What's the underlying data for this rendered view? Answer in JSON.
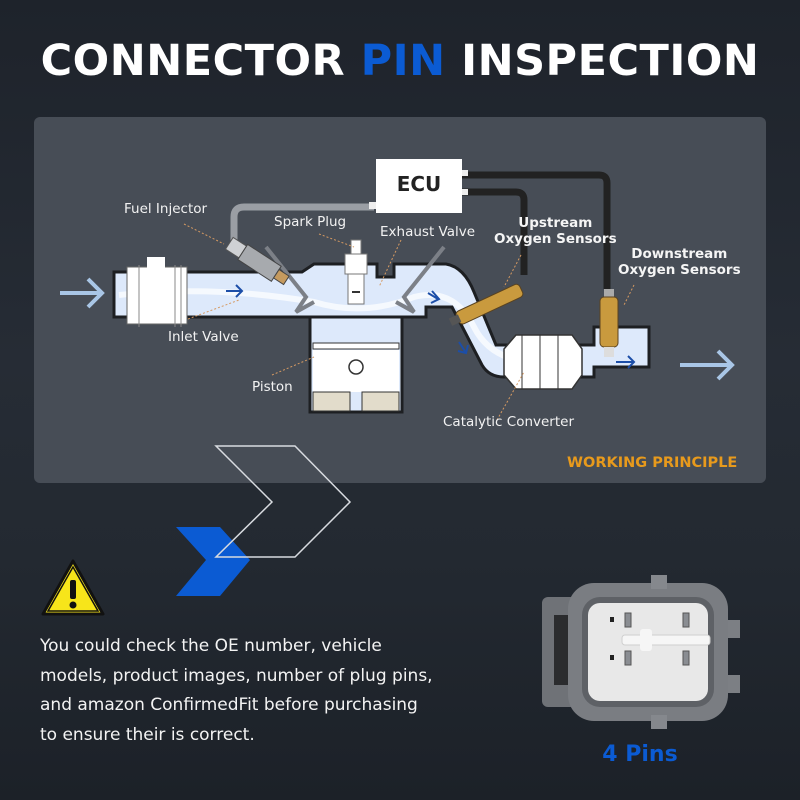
{
  "title": {
    "part1": "CONNECTOR ",
    "accent": "PIN",
    "part2": " INSPECTION"
  },
  "colors": {
    "accent_blue": "#0b5bd3",
    "working_principle": "#e89a1c",
    "panel": "#474d56",
    "background": "#1e232b",
    "warning_yellow": "#f7e51a"
  },
  "diagram": {
    "ecu_label": "ECU",
    "labels": {
      "fuel_injector": "Fuel Injector",
      "spark_plug": "Spark Plug",
      "exhaust_valve": "Exhaust Valve",
      "upstream_line1": "Upstream",
      "upstream_line2": "Oxygen Sensors",
      "downstream_line1": "Downstream",
      "downstream_line2": "Oxygen Sensors",
      "inlet_valve": "Inlet Valve",
      "piston": "Piston",
      "catalytic_converter": "Catalytic Converter"
    },
    "caption": "WORKING PRINCIPLE"
  },
  "warning": {
    "icon": "warning-triangle-icon",
    "text": "You could check the OE number, vehicle models, product images, number of plug pins, and amazon ConfirmedFit before purchasing to ensure their is correct."
  },
  "connector": {
    "pin_count_label": "4 Pins",
    "icon": "4-pin-connector-icon"
  }
}
